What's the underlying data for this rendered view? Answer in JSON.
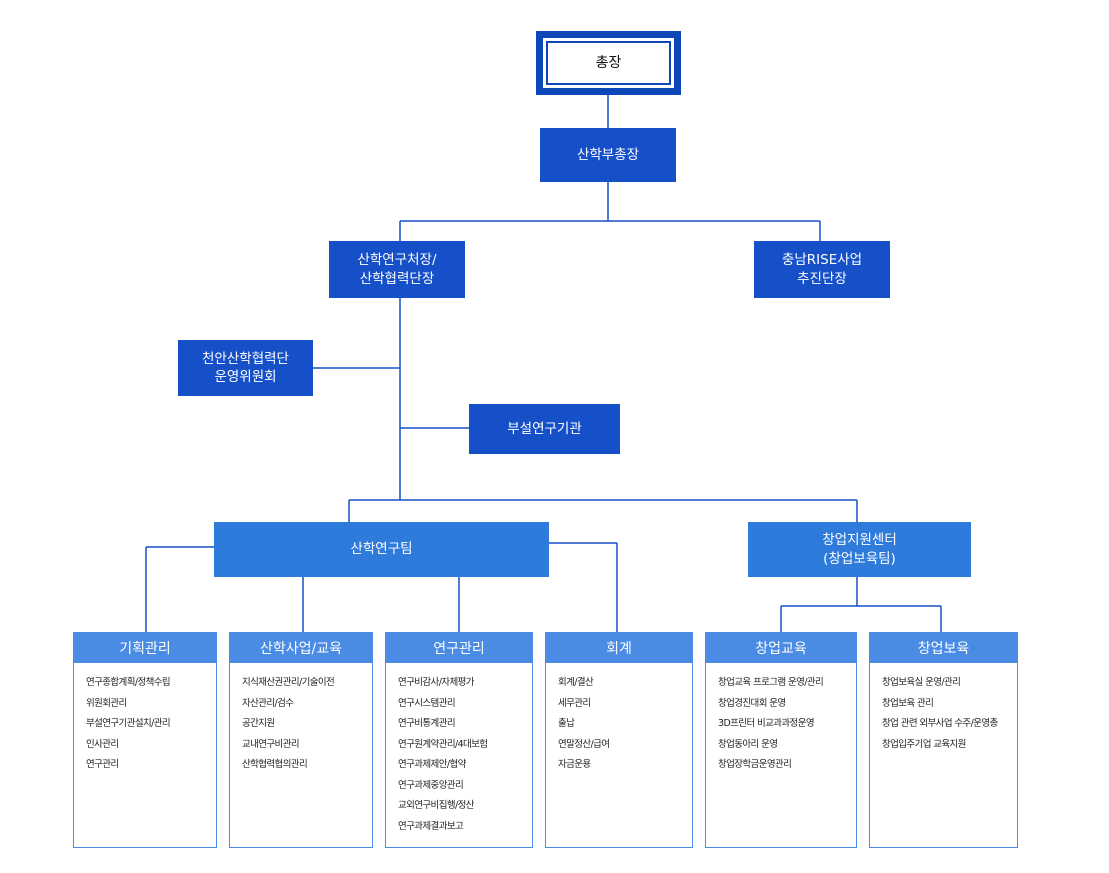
{
  "president": "총장",
  "vice_president": "산학부총장",
  "director": "산학연구처장/\n산학협력단장",
  "rise": "충남RISE사업\n추진단장",
  "committee": "천안산학협력단\n운영위원회",
  "affiliated": "부설연구기관",
  "research_team": "산학연구팀",
  "startup_center": "창업지원센터\n(창업보육팀)",
  "columns": [
    {
      "title": "기획관리",
      "items": [
        "연구종합계획/정책수립",
        "위원회관리",
        "부설연구기관설치/관리",
        "인사관리",
        "연구관리"
      ]
    },
    {
      "title": "산학사업/교육",
      "items": [
        "지식재산권관리/기술이전",
        "자산관리/검수",
        "공간지원",
        "교내연구비관리",
        "산학협력협의관리"
      ]
    },
    {
      "title": "연구관리",
      "items": [
        "연구비감사/자체평가",
        "연구시스템관리",
        "연구비통계관리",
        "연구원계약관리/4대보험",
        "연구과제제안/협약",
        "연구과제중앙관리",
        "교외연구비집행/정산",
        "연구과제결과보고"
      ]
    },
    {
      "title": "회계",
      "items": [
        "회계/결산",
        "세무관리",
        "출납",
        "연말정산/급여",
        "자금운용"
      ]
    },
    {
      "title": "창업교육",
      "items": [
        "창업교육 프로그램 운영/관리",
        "창업경진대회 운영",
        "3D프린터 비교과과정운영",
        "창업동아리 운영",
        "창업장학금운영관리"
      ]
    },
    {
      "title": "창업보육",
      "items": [
        "창업보육실 운영/관리",
        "창업보육 관리",
        "창업 관련 외부사업 수주/운영총",
        "창업입주기업 교육지원"
      ]
    }
  ],
  "colors": {
    "dark": "#1650c8",
    "mid": "#2f7bdc",
    "light": "#4a8be3",
    "line": "#1650c8"
  }
}
